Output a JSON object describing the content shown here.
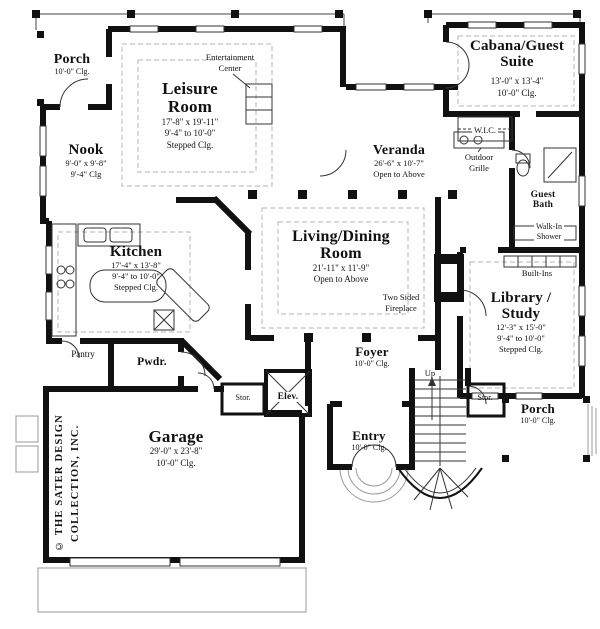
{
  "copyright": "© THE SATER DESIGN COLLECTION, INC.",
  "rooms": {
    "porch_top": {
      "name": "Porch",
      "d1": "10'-0\" Clg."
    },
    "leisure": {
      "name": "Leisure\nRoom",
      "d1": "17'-8\" x 19'-11\"",
      "d2": "9'-4\" to 10'-0\"",
      "d3": "Stepped Clg."
    },
    "entertainment_center": {
      "name": "Entertainment\nCenter"
    },
    "nook": {
      "name": "Nook",
      "d1": "9'-0\" x 9'-8\"",
      "d2": "9'-4\" Clg"
    },
    "kitchen": {
      "name": "Kitchen",
      "d1": "17'-4\" x 13'-8\"",
      "d2": "9'-4\" to 10'-0\"",
      "d3": "Stepped Clg."
    },
    "pantry": {
      "name": "Pantry"
    },
    "pwdr": {
      "name": "Pwdr."
    },
    "garage": {
      "name": "Garage",
      "d1": "29'-0\" x 23'-8\"",
      "d2": "10'-0\" Clg."
    },
    "living_dining": {
      "name": "Living/Dining\nRoom",
      "d1": "21'-11\" x 11'-9\"",
      "d2": "Open to Above"
    },
    "veranda": {
      "name": "Veranda",
      "d1": "26'-6\" x 10'-7\"",
      "d2": "Open to Above"
    },
    "fireplace": {
      "name": "Two Sided\nFireplace"
    },
    "foyer": {
      "name": "Foyer",
      "d1": "10'-0\" Clg."
    },
    "stor_left": {
      "name": "Stor."
    },
    "elevator": {
      "name": "Elev."
    },
    "entry": {
      "name": "Entry",
      "d1": "10'-0\" Clg."
    },
    "up": {
      "name": "Up"
    },
    "stor_right": {
      "name": "Stor."
    },
    "cabana": {
      "name": "Cabana/Guest\nSuite",
      "d1": "13'-0\" x 13'-4\"",
      "d2": "10'-0\" Clg."
    },
    "wic": {
      "name": "W.I.C."
    },
    "outdoor_grille": {
      "name": "Outdoor\nGrille"
    },
    "guest_bath": {
      "name": "Guest\nBath"
    },
    "walkin_shower": {
      "name": "Walk-In\nShower"
    },
    "builtins": {
      "name": "Built-Ins"
    },
    "library": {
      "name": "Library /\nStudy",
      "d1": "12'-3\" x 15'-0\"",
      "d2": "9'-4\" to 10'-0\"",
      "d3": "Stepped Clg."
    },
    "porch_right": {
      "name": "Porch",
      "d1": "10'-0\" Clg."
    }
  }
}
